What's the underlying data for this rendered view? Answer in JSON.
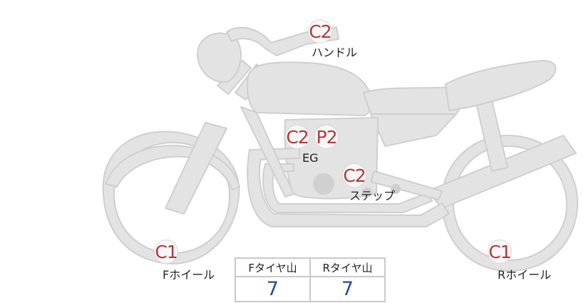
{
  "labels": {
    "handle": "ハンドル",
    "eg": "EG",
    "step": "ステップ",
    "f_wheel": "Fホイール",
    "r_wheel": "Rホイール"
  },
  "badges": {
    "handle": "C2",
    "eg_c": "C2",
    "eg_p": "P2",
    "step": "C2",
    "f_wheel": "C1",
    "r_wheel": "C1"
  },
  "tire_table": {
    "headers": [
      "Fタイヤ山",
      "Rタイヤ山"
    ],
    "values": [
      "7",
      "7"
    ]
  },
  "colors": {
    "bike_fill": "#e3e3e3",
    "bike_stroke": "#cfcfcf",
    "badge_text": "#b03a3a",
    "value_text": "#2a4a96"
  }
}
